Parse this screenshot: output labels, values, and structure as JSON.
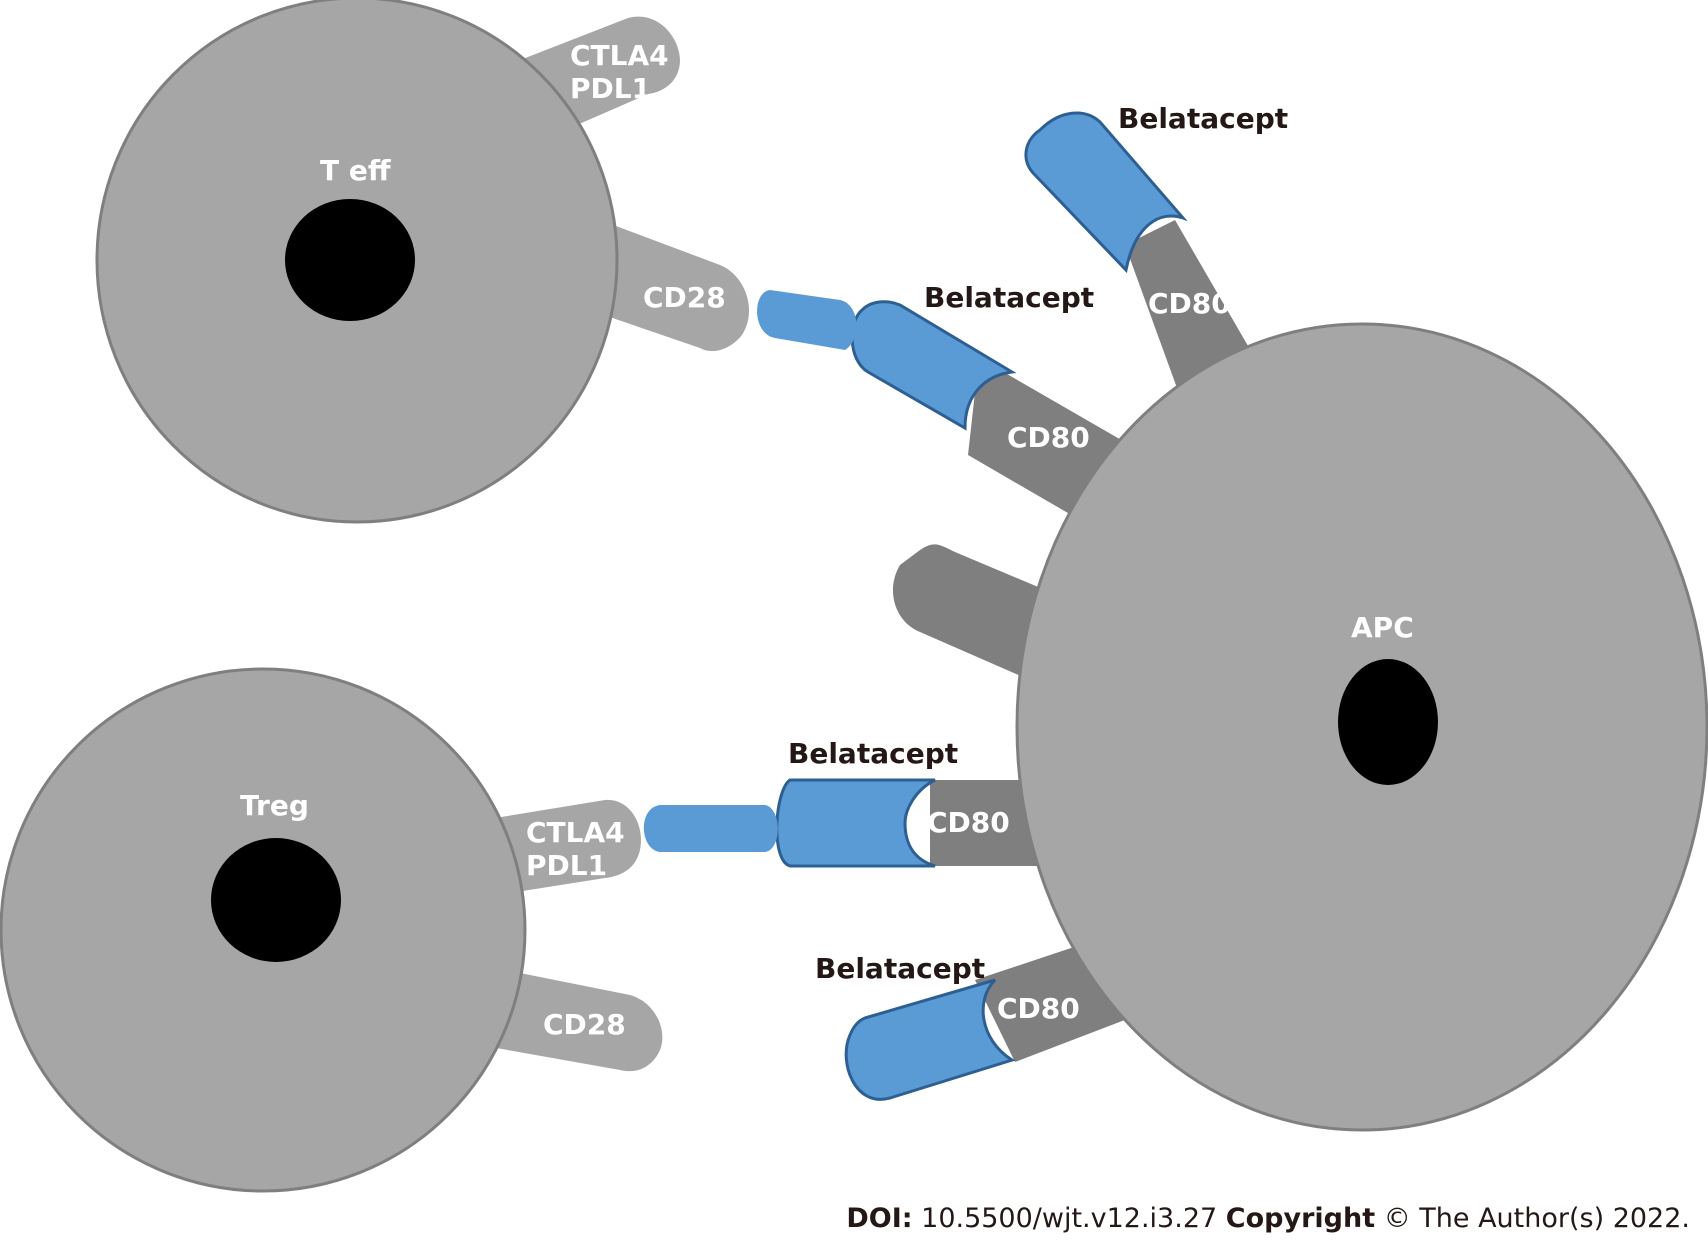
{
  "cells": {
    "teff": "T eff",
    "treg": "Treg",
    "apc": "APC"
  },
  "labels": {
    "ctla4": "CTLA4",
    "pdl1": "PDL1",
    "cd28": "CD28",
    "cd80": "CD80",
    "belatacept": "Belatacept"
  },
  "footer": {
    "doi_label": "DOI:",
    "doi_value": "10.5500/wjt.v12.i3.27",
    "copyright_label": "Copyright",
    "copyright_text": "© The Author(s) 2022."
  },
  "colors": {
    "cell_fill": "#a6a6a6",
    "cell_stroke": "#7f7f7f",
    "nucleus": "#000000",
    "receptor_light": "#a6a6a6",
    "receptor_dark": "#7f7f7f",
    "belatacept_fill": "#5b9bd5",
    "belatacept_stroke": "#2e5f93"
  }
}
